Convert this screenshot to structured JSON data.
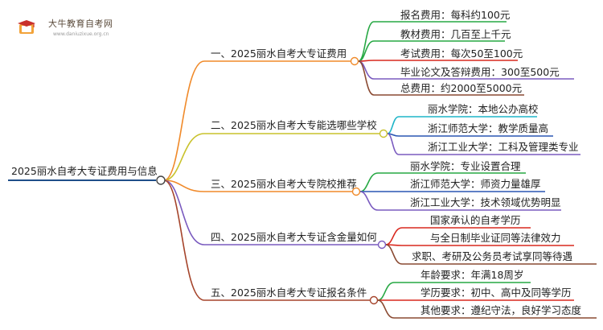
{
  "logo": {
    "title": "大牛教育自考网",
    "url": "www.daniuzixue.org.cn",
    "icon": "book-graduation-icon"
  },
  "root": {
    "label": "2025丽水自考大专证费用与信息",
    "color": "#1f4e89"
  },
  "branches": [
    {
      "label": "一、2025丽水自考大专证费用",
      "color": "#f08a2a",
      "leaves": [
        {
          "label": "报名费用：每科约100元",
          "color": "#27a844"
        },
        {
          "label": "教材费用：几百至上千元",
          "color": "#27a844"
        },
        {
          "label": "考试费用：每次50至100元",
          "color": "#d9281e"
        },
        {
          "label": "毕业论文及答辩费用：300至500元",
          "color": "#7a5bbf"
        },
        {
          "label": "总费用：约2000至5000元",
          "color": "#8a4a32"
        }
      ]
    },
    {
      "label": "二、2025丽水自考大专能选哪些学校",
      "color": "#c9c22c",
      "leaves": [
        {
          "label": "丽水学院：本地公办高校",
          "color": "#1fb5c8"
        },
        {
          "label": "浙江师范大学：教学质量高",
          "color": "#2a56b3"
        },
        {
          "label": "浙江工业大学：工科及管理类专业",
          "color": "#7a5bbf"
        }
      ]
    },
    {
      "label": "三、2025丽水自考大专院校推荐",
      "color": "#f08a2a",
      "leaves": [
        {
          "label": "丽水学院：专业设置合理",
          "color": "#27a844"
        },
        {
          "label": "浙江师范大学：师资力量雄厚",
          "color": "#2a56b3"
        },
        {
          "label": "浙江工业大学：技术领域优势明显",
          "color": "#7a5bbf"
        }
      ]
    },
    {
      "label": "四、2025丽水自考大专证含金量如何",
      "color": "#7a5bbf",
      "leaves": [
        {
          "label": "国家承认的自考学历",
          "color": "#d9281e"
        },
        {
          "label": "与全日制毕业证同等法律效力",
          "color": "#d9281e"
        },
        {
          "label": "求职、考研及公务员考试享同等待遇",
          "color": "#8a4a32"
        }
      ]
    },
    {
      "label": "五、2025丽水自考大专证报名条件",
      "color": "#a5442b",
      "leaves": [
        {
          "label": "年龄要求：年满18周岁",
          "color": "#27a844"
        },
        {
          "label": "学历要求：初中、高中及同等学历",
          "color": "#d9281e"
        },
        {
          "label": "其他要求：遵纪守法，良好学习态度",
          "color": "#8a4a32"
        }
      ]
    }
  ]
}
